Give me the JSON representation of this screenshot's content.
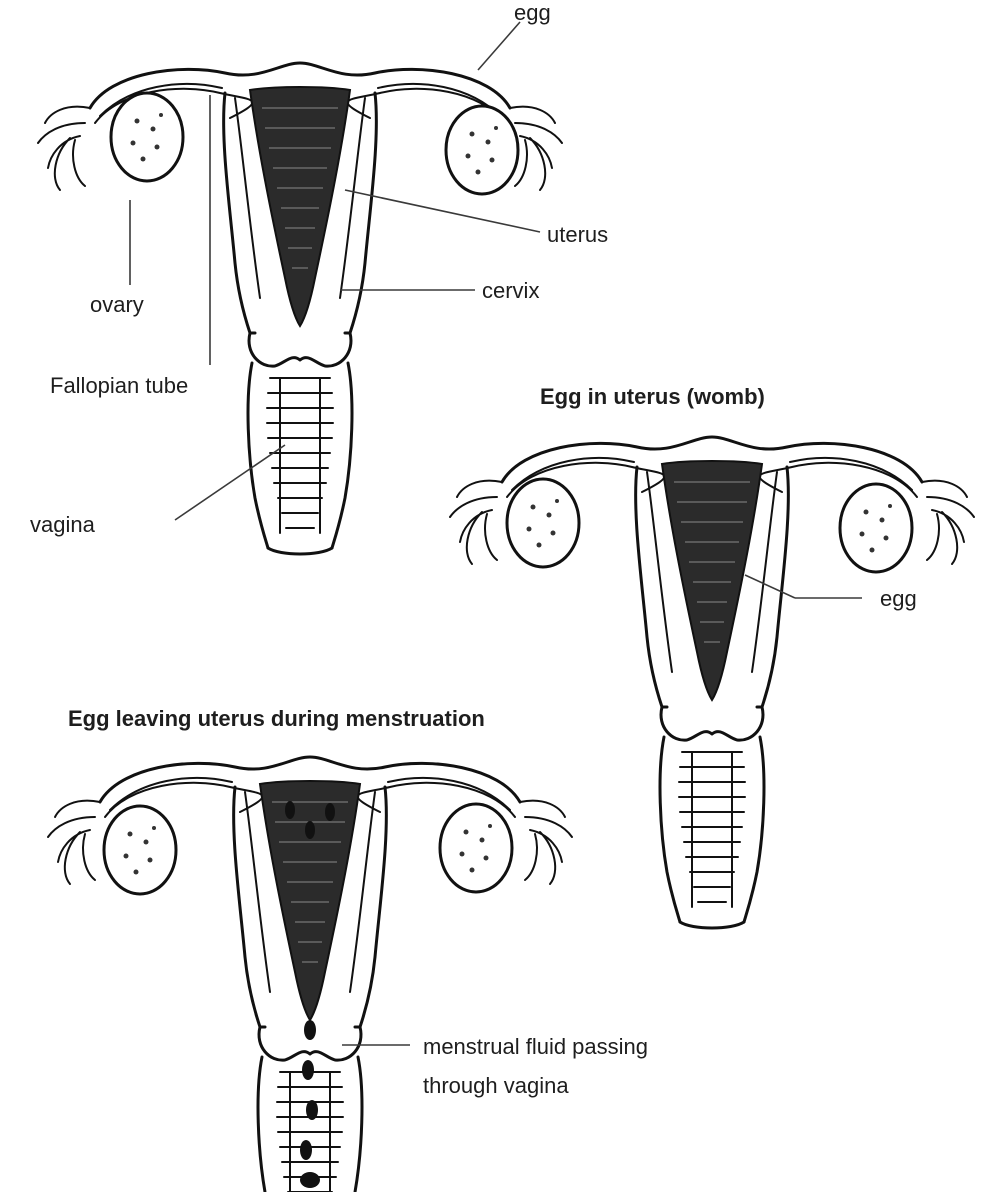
{
  "diagrams": {
    "anatomy": {
      "labels": {
        "egg": "egg",
        "uterus": "uterus",
        "cervix": "cervix",
        "ovary": "ovary",
        "fallopian_tube": "Fallopian tube",
        "vagina": "vagina"
      }
    },
    "egg_in_uterus": {
      "title": "Egg in uterus (womb)",
      "labels": {
        "egg": "egg"
      }
    },
    "menstruation": {
      "title": "Egg leaving uterus during menstruation",
      "labels": {
        "fluid_line1": "menstrual fluid passing",
        "fluid_line2": "through vagina"
      }
    }
  }
}
